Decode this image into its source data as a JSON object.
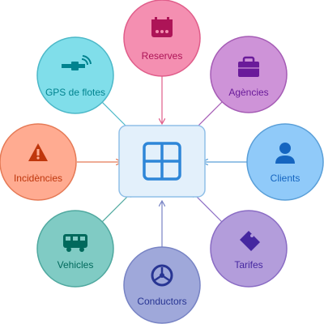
{
  "hub": {
    "icon": "grid-icon",
    "color": "#2e86d8",
    "fill": "#e3f0fb"
  },
  "nodes": [
    {
      "id": "reserves",
      "label": "Reserves",
      "icon": "calendar-icon",
      "fill": "#f48fb1",
      "stroke": "#e05d8a",
      "text": "#ad1457"
    },
    {
      "id": "agencies",
      "label": "Agències",
      "icon": "briefcase-icon",
      "fill": "#ce93d8",
      "stroke": "#a55cb5",
      "text": "#6a1b9a"
    },
    {
      "id": "clients",
      "label": "Clients",
      "icon": "person-icon",
      "fill": "#90caf9",
      "stroke": "#5a9fd8",
      "text": "#1565c0"
    },
    {
      "id": "tarifes",
      "label": "Tarifes",
      "icon": "tag-icon",
      "fill": "#b39ddb",
      "stroke": "#8a6cc4",
      "text": "#4527a0"
    },
    {
      "id": "conductors",
      "label": "Conductors",
      "icon": "steering-wheel-icon",
      "fill": "#9fa8da",
      "stroke": "#7783c4",
      "text": "#283593"
    },
    {
      "id": "vehicles",
      "label": "Vehicles",
      "icon": "bus-icon",
      "fill": "#80cbc4",
      "stroke": "#4fa89f",
      "text": "#00695c"
    },
    {
      "id": "incidencies",
      "label": "Incidències",
      "icon": "warning-icon",
      "fill": "#ffab91",
      "stroke": "#e57a56",
      "text": "#bf360c"
    },
    {
      "id": "gps",
      "label": "GPS de flotes",
      "icon": "satellite-icon",
      "fill": "#80deea",
      "stroke": "#4cb8c8",
      "text": "#00838f"
    }
  ]
}
